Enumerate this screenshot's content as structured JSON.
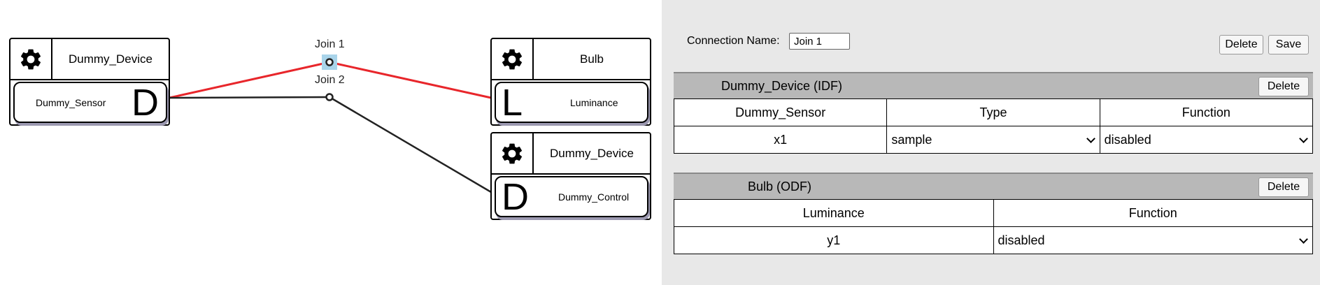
{
  "canvas": {
    "joins": [
      {
        "label": "Join 1",
        "color": "#e8262b",
        "selected": true
      },
      {
        "label": "Join 2",
        "color": "#222222",
        "selected": false
      }
    ],
    "devices": [
      {
        "name": "Dummy_Device",
        "feature": "Dummy_Sensor",
        "letter": "D"
      },
      {
        "name": "Bulb",
        "feature": "Luminance",
        "letter": "L"
      },
      {
        "name": "Dummy_Device",
        "feature": "Dummy_Control",
        "letter": "D"
      }
    ]
  },
  "panel": {
    "connection_name_label": "Connection Name:",
    "connection_name_value": "Join 1",
    "delete_label": "Delete",
    "save_label": "Save",
    "idf": {
      "title": "Dummy_Device (IDF)",
      "delete_label": "Delete",
      "headers": [
        "Dummy_Sensor",
        "Type",
        "Function"
      ],
      "row": {
        "var": "x1",
        "type": "sample",
        "function": "disabled"
      }
    },
    "odf": {
      "title": "Bulb (ODF)",
      "delete_label": "Delete",
      "headers": [
        "Luminance",
        "Function"
      ],
      "row": {
        "var": "y1",
        "function": "disabled"
      }
    }
  },
  "colors": {
    "panel_bg": "#e8e8e8",
    "block_header": "#b8b8b8",
    "join1_line": "#e8262b",
    "join2_line": "#222222",
    "selected_node": "#a9d4ea"
  }
}
